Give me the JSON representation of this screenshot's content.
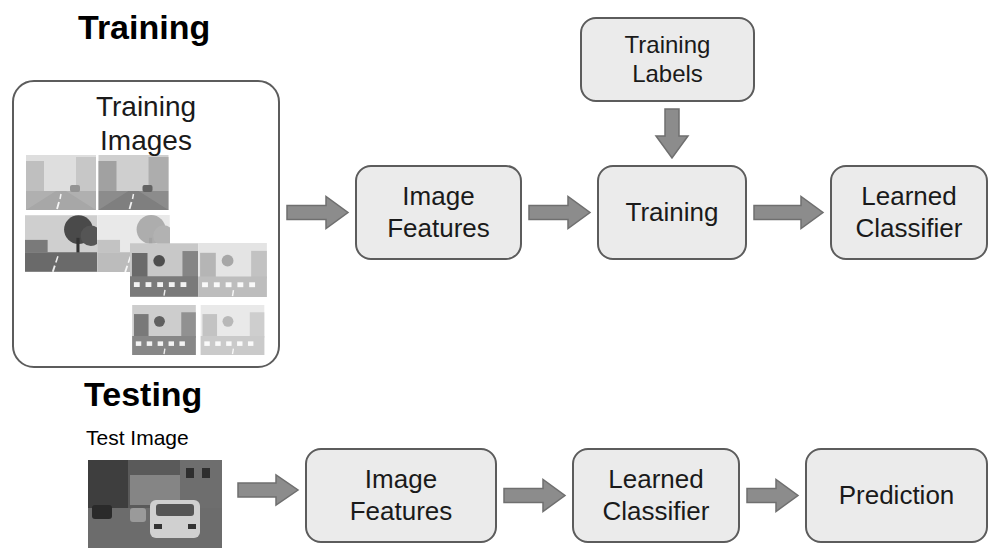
{
  "diagram": {
    "nodes": [
      {
        "text": [
          "Training Images"
        ]
      },
      {
        "text": [
          "Training Labels"
        ]
      },
      {
        "text": [
          "Image Features"
        ]
      },
      {
        "text": [
          "Training"
        ]
      },
      {
        "text": [
          "Learned Classifier"
        ]
      },
      {
        "text": [
          "Image Features"
        ]
      },
      {
        "text": [
          "Learned Classifier"
        ]
      },
      {
        "text": [
          "Prediction"
        ]
      }
    ],
    "edges": [
      {
        "from": 0,
        "to": 2,
        "arrow": "to"
      },
      {
        "from": 2,
        "to": 3,
        "arrow": "to"
      },
      {
        "from": 1,
        "to": 3,
        "arrow": "to"
      },
      {
        "from": 3,
        "to": 4,
        "arrow": "to"
      },
      {
        "from": 5,
        "to": 6,
        "arrow": "to"
      },
      {
        "from": 6,
        "to": 7,
        "arrow": "to"
      }
    ],
    "labels": [
      "Training",
      "Testing",
      "Test Image"
    ]
  }
}
